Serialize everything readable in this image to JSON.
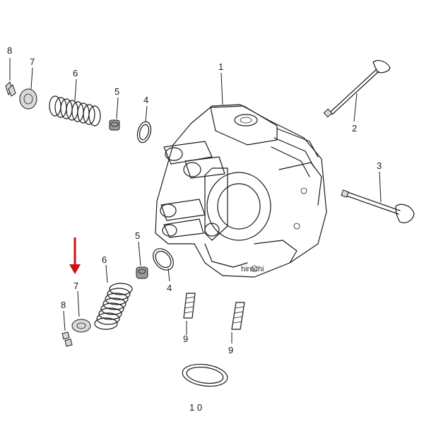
{
  "labels": {
    "clip_top": "8",
    "retainer_top": "7",
    "spring_top": "6",
    "seal_top": "5",
    "oring_top": "4",
    "head": "1",
    "valve_exhaust": "2",
    "valve_intake": "3",
    "seal_bottom": "5",
    "spring_bottom": "6",
    "retainer_bottom": "7",
    "oring_bottom": "4",
    "clip_bottom": "8",
    "stud_left": "9",
    "stud_right": "9",
    "gasket": "1 0"
  },
  "watermark": "hirochi",
  "colors": {
    "arrow": "#cc1111",
    "ink": "#1a1a1a"
  }
}
